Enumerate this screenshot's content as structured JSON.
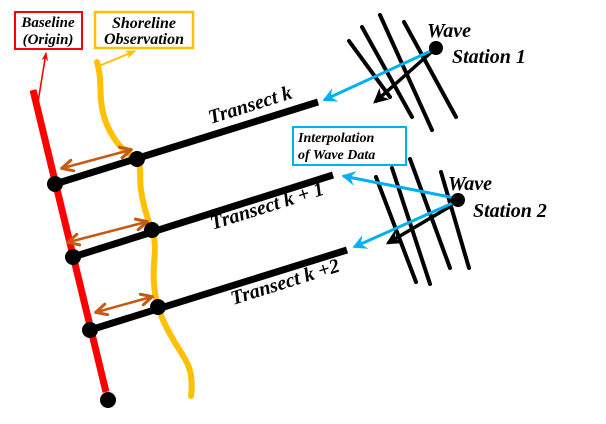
{
  "figure": {
    "background": "#FFFFFF",
    "colors": {
      "baseline_red": "#FF0000",
      "shoreline_gold": "#FFC000",
      "measure_orange": "#C55A11",
      "interpolation_cyan": "#00B0F0",
      "ink_black": "#000000"
    },
    "legend_boxes": {
      "baseline": {
        "line1": "Baseline",
        "line2": "(Origin)"
      },
      "shoreline": {
        "line1": "Shoreline",
        "line2": "Observation"
      },
      "interpolation": {
        "line1": "Interpolation",
        "line2": "of Wave Data"
      }
    },
    "stations": {
      "station1": {
        "line1": "Wave",
        "line2": "Station 1"
      },
      "station2": {
        "line1": "Wave",
        "line2": "Station 2"
      }
    },
    "transects": {
      "k": "Transect k",
      "k_plus_1": "Transect k + 1",
      "k_plus_2": "Transect k +2"
    }
  }
}
